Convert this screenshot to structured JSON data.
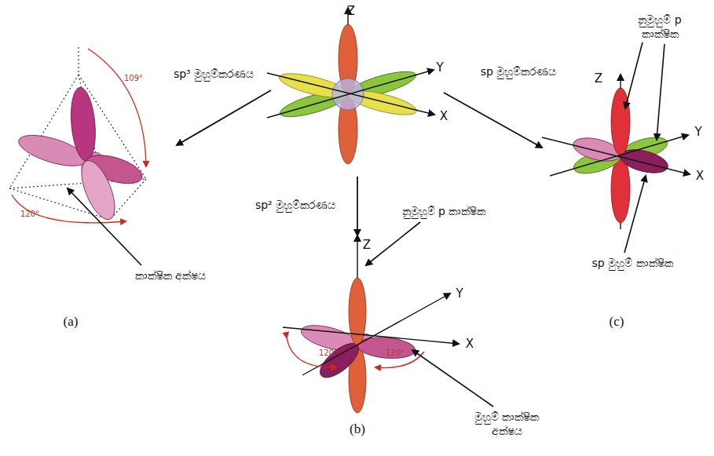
{
  "diagram": {
    "labels": [
      "Z",
      "sp³ මුහුම්කරණය",
      "Y",
      "sp මුහුම්කරණය",
      "නුමුහුම් p කාක්ෂික",
      "X",
      "109°",
      "Z",
      "Y",
      "X",
      "sp² මුහුම්කරණය",
      "නුමුහුම් p කාක්ෂික",
      "120°",
      "sp මුහුම් කාක්ෂික",
      "කාක්ෂික අක්ෂය",
      "Z",
      "Y",
      "(a)",
      "(c)",
      "120°",
      "120°",
      "X",
      "(b)",
      "මුහුම් කාක්ෂික අක්ෂය"
    ]
  }
}
